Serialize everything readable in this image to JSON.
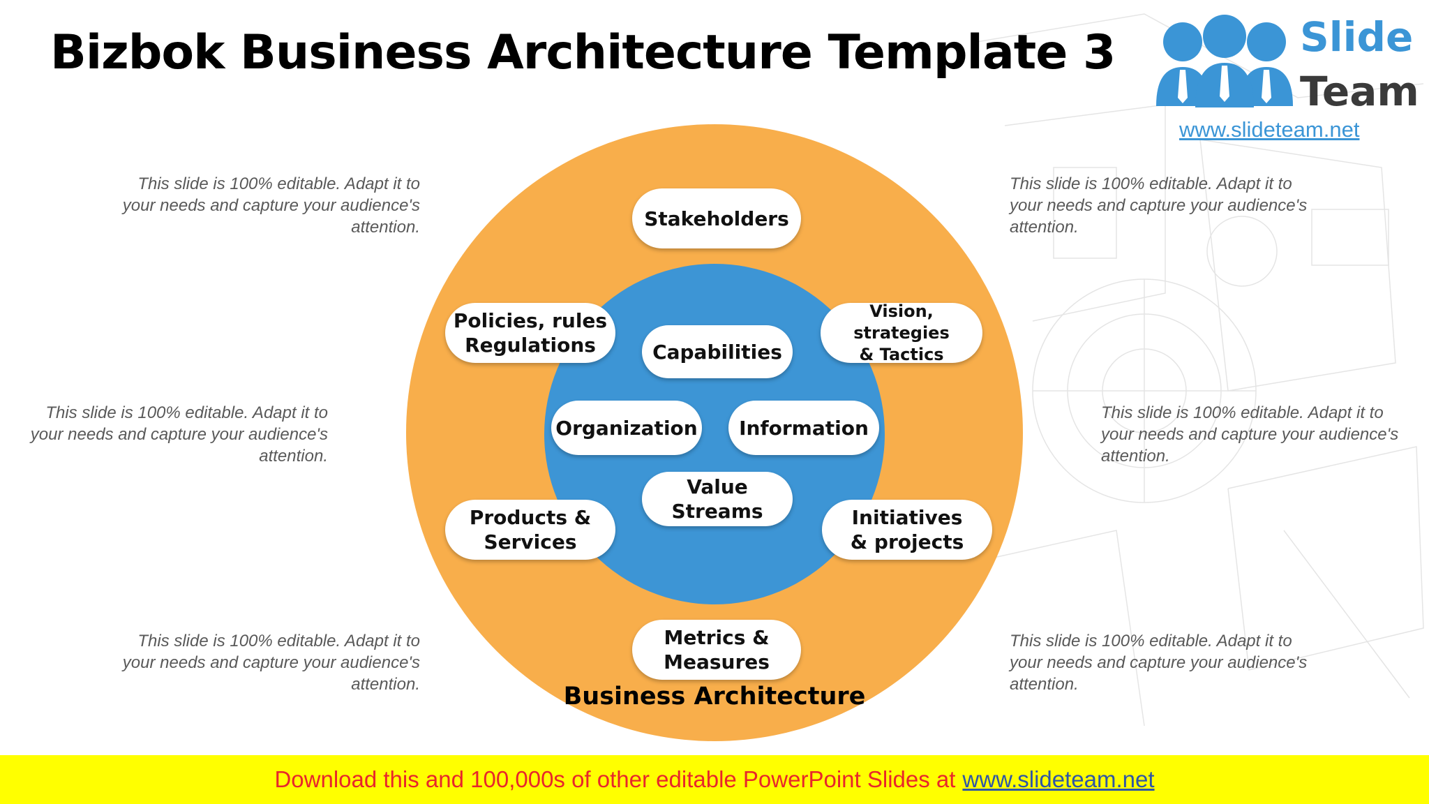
{
  "title": "Bizbok Business Architecture Template 3",
  "logo": {
    "word1": "Slide",
    "word2": "Team",
    "url": "www.slideteam.net"
  },
  "notes": {
    "top_left": "This slide is 100% editable. Adapt it to your needs and capture your audience's attention.",
    "mid_left": "This slide is 100% editable. Adapt it to your needs and capture your audience's attention.",
    "bottom_left": "This slide is 100% editable. Adapt it to your needs and capture your audience's attention.",
    "top_right": "This slide is 100% editable. Adapt it to your needs and capture your audience's attention.",
    "mid_right": "This slide is 100% editable. Adapt it to your needs and capture your audience's attention.",
    "bottom_right": "This slide is 100% editable. Adapt it to your needs and capture your audience's attention."
  },
  "diagram": {
    "outer_items": {
      "stakeholders": "Stakeholders",
      "policies": "Policies, rules\nRegulations",
      "vision": "Vision, strategies\n& Tactics",
      "products": "Products &\nServices",
      "initiatives": "Initiatives\n& projects",
      "metrics": "Metrics &\nMeasures"
    },
    "inner_items": {
      "capabilities": "Capabilities",
      "organization": "Organization",
      "information": "Information",
      "value_streams": "Value\nStreams"
    },
    "label": "Business Architecture"
  },
  "footer": {
    "text": "Download this and 100,000s of other editable PowerPoint Slides at",
    "link": "www.slideteam.net"
  },
  "colors": {
    "outer": "#F8AE4B",
    "inner": "#3D95D5",
    "logo_blue": "#3B95D6",
    "logo_team": "#3A3A3A",
    "footer_bg": "#FFFF00",
    "footer_text": "#E8262B",
    "footer_link": "#2E56A6"
  }
}
